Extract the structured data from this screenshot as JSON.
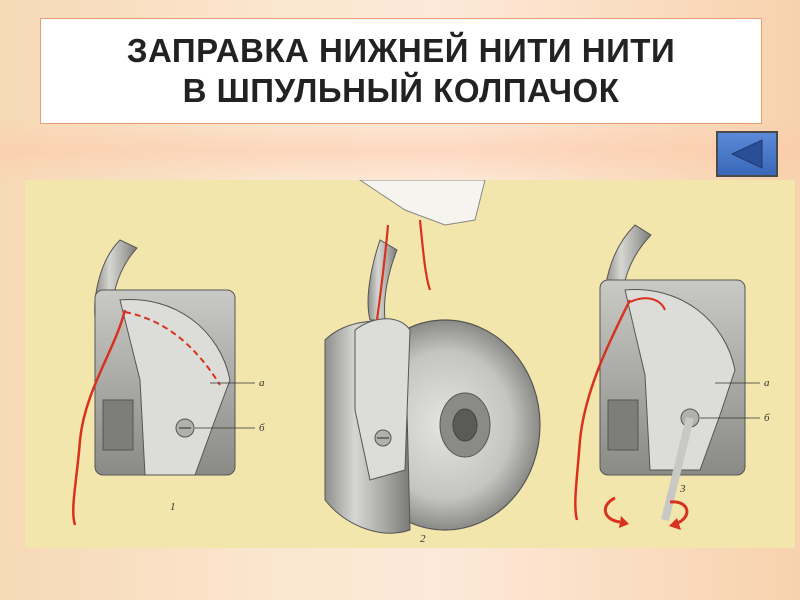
{
  "title": {
    "line1": "ЗАПРАВКА НИЖНЕЙ НИТИ НИТИ",
    "line2": "В ШПУЛЬНЫЙ КОЛПАЧОК"
  },
  "nav": {
    "back_icon": "triangle-left-icon",
    "prev_icon": "triangle-left-icon"
  },
  "figure": {
    "label_a1": "а",
    "label_b1": "б",
    "label_a3": "а",
    "label_b3": "б",
    "num1": "1",
    "num2": "2",
    "num3": "3"
  },
  "colors": {
    "thread": "#d8321e",
    "metal": "#b8b8b4",
    "background": "#f3e6ad",
    "nav_blue": "#3a68b8",
    "nav_purple": "#6a449a"
  }
}
